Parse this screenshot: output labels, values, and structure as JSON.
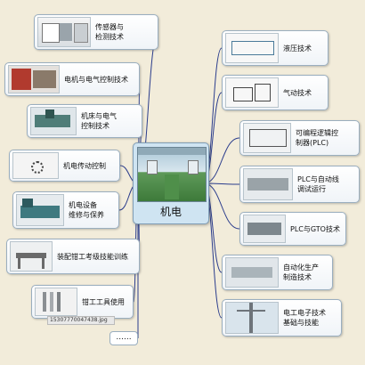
{
  "center": {
    "label": "机电"
  },
  "left_nodes": [
    {
      "id": "sensor",
      "label": "传感器与\n检测技术",
      "icon": "sensor-lab-photo-icon"
    },
    {
      "id": "motor",
      "label": "电机与电气控制技术",
      "icon": "motor-control-panel-photo-icon"
    },
    {
      "id": "machine",
      "label": "机床与电气\n控制技术",
      "icon": "machine-tool-photo-icon"
    },
    {
      "id": "drive",
      "label": "机电传动控制",
      "icon": "gear-drive-photo-icon"
    },
    {
      "id": "maint",
      "label": "机电设备\n维修与保养",
      "icon": "lathe-photo-icon"
    },
    {
      "id": "fitter_exam",
      "label": "装配钳工考级技能训练",
      "icon": "fitter-bench-photo-icon"
    },
    {
      "id": "fitter_tools",
      "label": "钳工工具使用",
      "icon": "hand-tools-photo-icon"
    }
  ],
  "right_nodes": [
    {
      "id": "hydraulic",
      "label": "液压技术",
      "icon": "hydraulic-diagram-icon"
    },
    {
      "id": "pneumatic",
      "label": "气动技术",
      "icon": "pneumatic-diagram-icon"
    },
    {
      "id": "plc",
      "label": "可编程逻辑控\n制器(PLC)",
      "icon": "plc-panel-photo-icon"
    },
    {
      "id": "plc_line",
      "label": "PLC与自动线\n调试运行",
      "icon": "automation-line-photo-icon"
    },
    {
      "id": "plc_gto",
      "label": "PLC与GTO技术",
      "icon": "plc-gto-device-photo-icon"
    },
    {
      "id": "automation",
      "label": "自动化生产\n制造技术",
      "icon": "production-line-photo-icon"
    },
    {
      "id": "electrician",
      "label": "电工电子技术\n基础与技能",
      "icon": "electrician-pole-photo-icon"
    }
  ],
  "filename_overlay": "15307770047438.jpg",
  "more_label": "......",
  "colors": {
    "background": "#f2ecda",
    "branch_line": "#2a3c8c",
    "node_border": "#9aaebf"
  }
}
